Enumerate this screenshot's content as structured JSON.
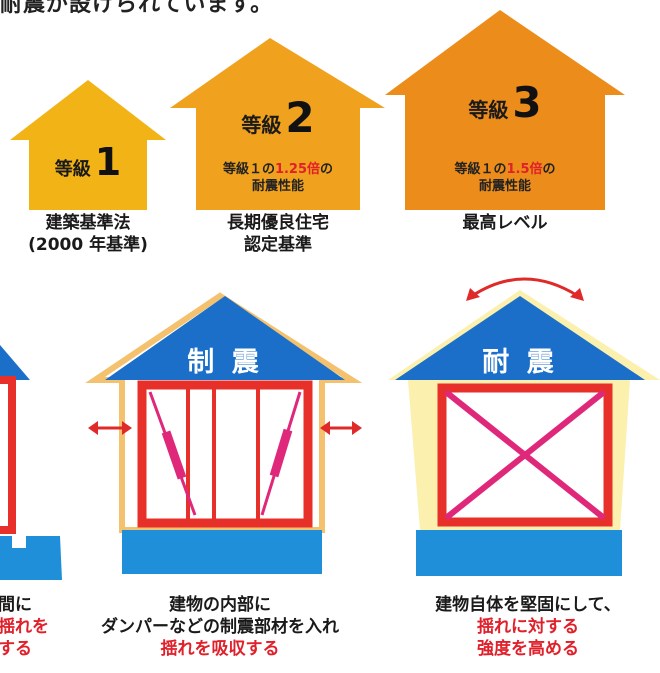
{
  "top_text": "耐震が設けられています。",
  "grades": [
    {
      "word": "等級",
      "number": "1",
      "caption_lines": [
        "建築基準法",
        "(2000 年基準)"
      ]
    },
    {
      "word": "等級",
      "number": "2",
      "desc_pre": "等級１の",
      "desc_mult": "1.25倍",
      "desc_post": "の",
      "desc_line2": "耐震性能",
      "caption_lines": [
        "長期優良住宅",
        "認定基準"
      ]
    },
    {
      "word": "等級",
      "number": "3",
      "desc_pre": "等級１の",
      "desc_mult": "1.5倍",
      "desc_post": "の",
      "desc_line2": "耐震性能",
      "caption_lines": [
        "最高レベル"
      ]
    }
  ],
  "houses": [
    {
      "roof_label": "",
      "caption": [
        "間に",
        "揺れを",
        "する"
      ]
    },
    {
      "roof_label": "制 震",
      "caption": [
        "建物の内部に",
        "ダンパーなどの制震部材を入れ",
        "揺れを吸収する"
      ]
    },
    {
      "roof_label": "耐 震",
      "caption": [
        "建物自体を堅固にして、",
        "揺れに対する",
        "強度を高める"
      ]
    }
  ],
  "colors": {
    "grade1": "#f2b316",
    "grade2": "#f0a11e",
    "grade3": "#ec8c1a",
    "roof_blue": "#1b6fc9",
    "frame_red": "#e8302a",
    "brace_pink": "#e0287a",
    "base_blue": "#1e8fd8",
    "arrow_red": "#e02a2a",
    "accent_red": "#e0202a"
  }
}
